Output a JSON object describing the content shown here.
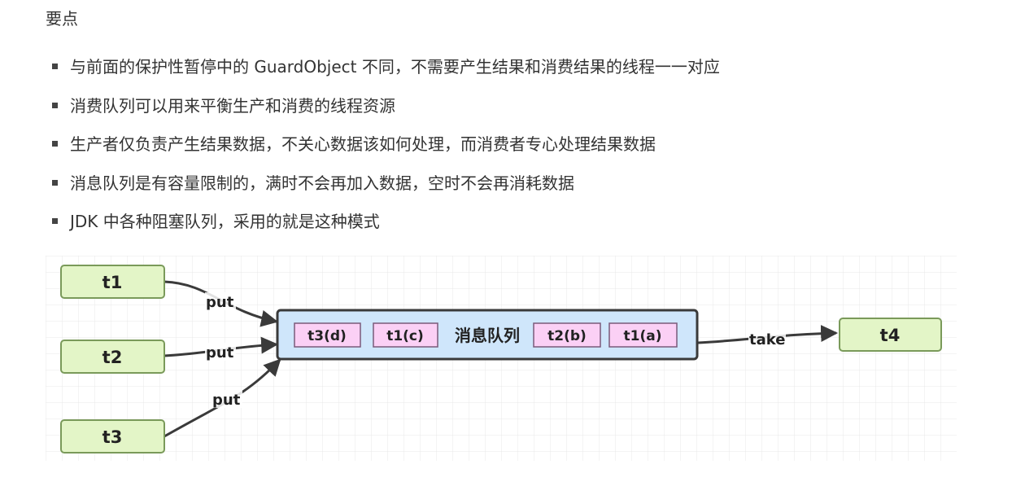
{
  "section": {
    "heading": "要点"
  },
  "bullets": [
    {
      "text": "与前面的保护性暂停中的 GuardObject 不同，不需要产生结果和消费结果的线程一一对应"
    },
    {
      "text": "消费队列可以用来平衡生产和消费的线程资源"
    },
    {
      "text": "生产者仅负责产生结果数据，不关心数据该如何处理，而消费者专心处理结果数据"
    },
    {
      "text": "消息队列是有容量限制的，满时不会再加入数据，空时不会再消耗数据"
    },
    {
      "text": "JDK 中各种阻塞队列，采用的就是这种模式"
    }
  ],
  "diagram": {
    "producers": [
      "t1",
      "t2",
      "t3"
    ],
    "consumer": "t4",
    "queue_label": "消息队列",
    "queue_items_left": [
      "t3(d)",
      "t1(c)"
    ],
    "queue_items_right": [
      "t2(b)",
      "t1(a)"
    ],
    "put_label": "put",
    "take_label": "take",
    "colors": {
      "thread_fill": "#e3f5c7",
      "thread_stroke": "#7a9a5a",
      "queue_fill": "#cfe6fb",
      "queue_stroke": "#3a3a3a",
      "slot_fill": "#fbd0f5",
      "slot_stroke": "#7a5a7a",
      "arrow": "#3a3a3a",
      "grid": "#e8e8e8"
    }
  }
}
